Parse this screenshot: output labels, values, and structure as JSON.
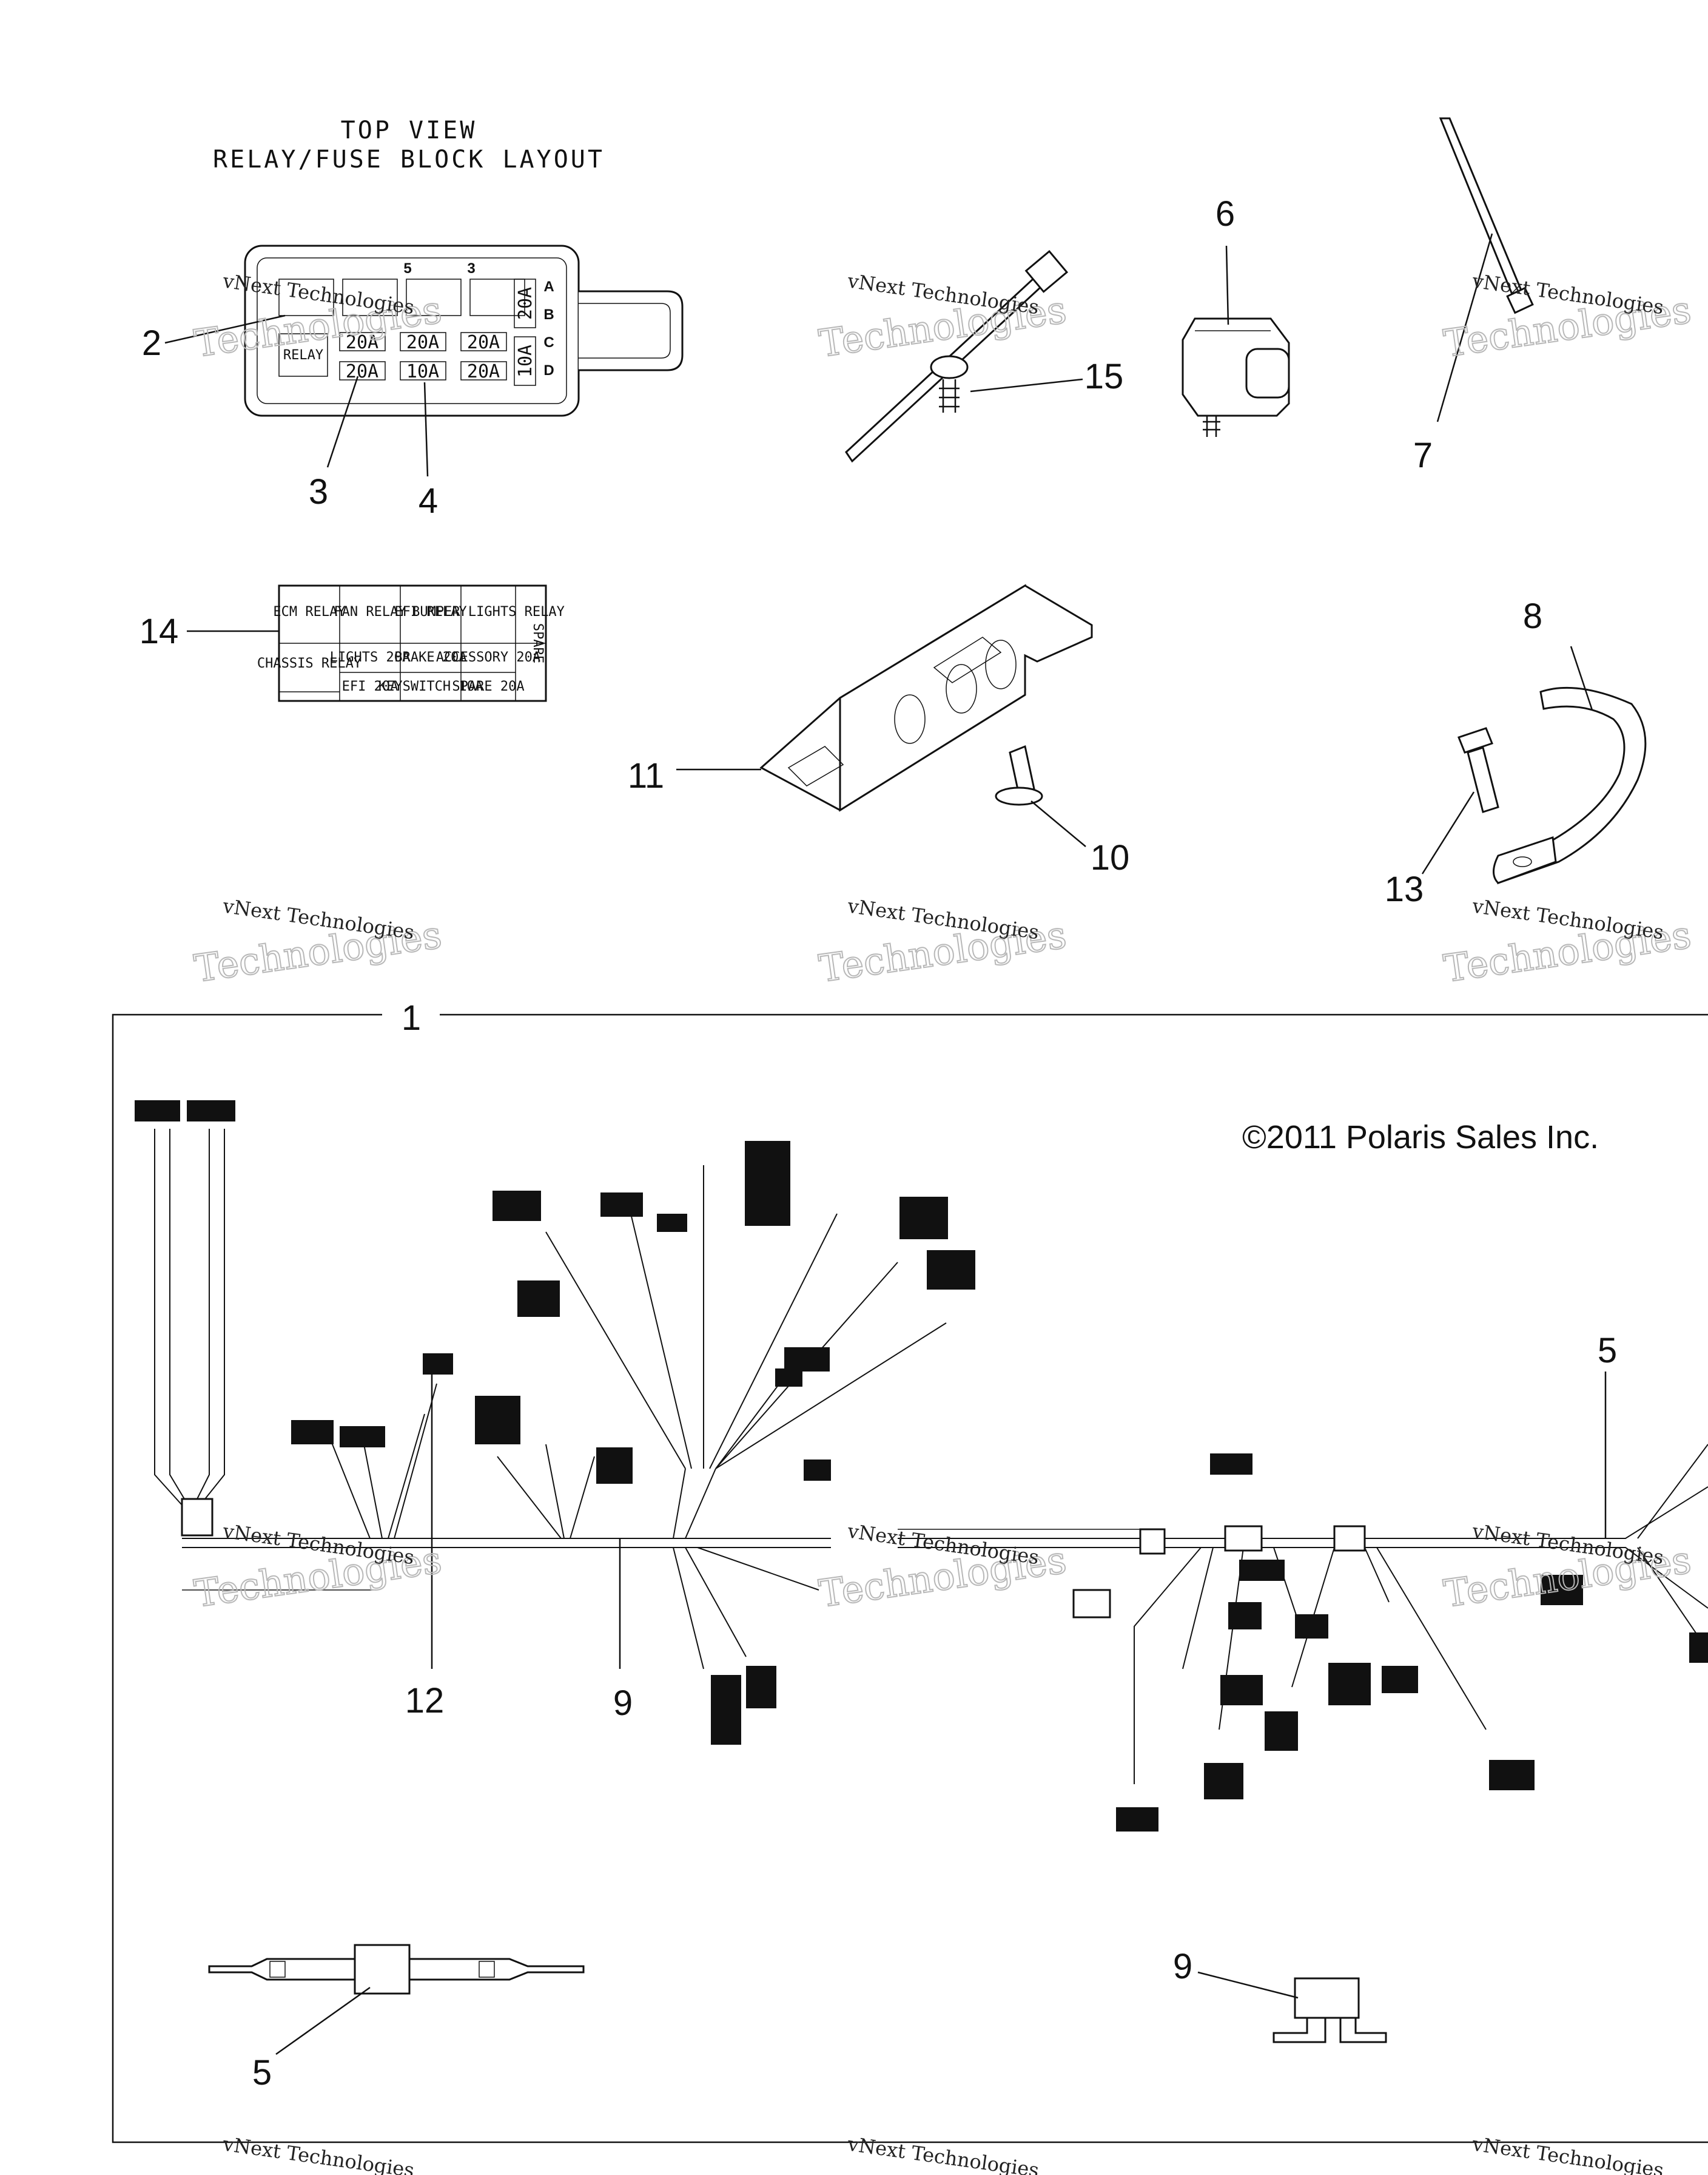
{
  "top_view_title": "TOP VIEW",
  "top_view_subtitle": "RELAY/FUSE BLOCK LAYOUT",
  "copyright": "©2011 Polaris Sales Inc.",
  "watermark": {
    "line1": "vNext Technologies",
    "line2": "Technologies"
  },
  "fuse_block": {
    "top_numbers": [
      "5",
      "3"
    ],
    "side_letters": [
      "A",
      "B",
      "C",
      "D"
    ],
    "relay_label": "RELAY",
    "fuses_row1": [
      "20A",
      "20A",
      "20A"
    ],
    "fuses_row2": [
      "20A",
      "10A",
      "20A"
    ],
    "side_fuses": [
      "20A",
      "10A"
    ]
  },
  "decal": {
    "cells": [
      "ECM RELAY",
      "FAN RELAY",
      "EFI RELAY",
      "BUMPER LIGHTS RELAY",
      "CHASSIS RELAY",
      "LIGHTS 20A",
      "BRAKE 20A",
      "ACCESSORY 20A",
      "EFI 20A",
      "KEYSWITCH 10A",
      "SPARE 20A"
    ],
    "side": "SPARE"
  },
  "callouts": {
    "c2": "2",
    "c3": "3",
    "c4": "4",
    "c6": "6",
    "c7": "7",
    "c15": "15",
    "c14": "14",
    "c11": "11",
    "c10": "10",
    "c8": "8",
    "c13": "13",
    "c1": "1",
    "c5a": "5",
    "c12": "12",
    "c9a": "9",
    "c5b": "5",
    "c9b": "9"
  }
}
